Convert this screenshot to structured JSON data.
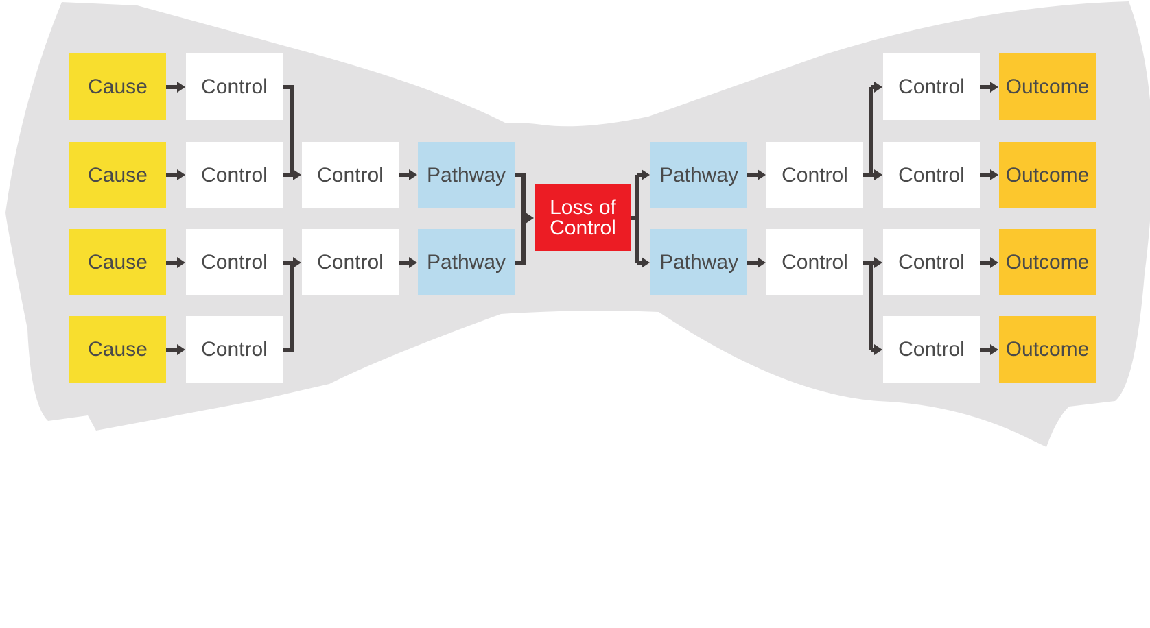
{
  "colors": {
    "background_shape": "#e3e2e3",
    "connector": "#3f3a3a",
    "cause": "#f8de2e",
    "control": "#ffffff",
    "pathway": "#b8dbee",
    "outcome": "#fcc72d",
    "event": "#ec1c24"
  },
  "left": {
    "causes": [
      "Cause",
      "Cause",
      "Cause",
      "Cause"
    ],
    "controls_col1": [
      "Control",
      "Control",
      "Control",
      "Control"
    ],
    "controls_col2": [
      "Control",
      "Control"
    ],
    "pathways": [
      "Pathway",
      "Pathway"
    ]
  },
  "event": {
    "line1": "Loss of",
    "line2": "Control"
  },
  "right": {
    "pathways": [
      "Pathway",
      "Pathway"
    ],
    "controls_col1": [
      "Control",
      "Control"
    ],
    "controls_col2": [
      "Control",
      "Control",
      "Control",
      "Control"
    ],
    "outcomes": [
      "Outcome",
      "Outcome",
      "Outcome",
      "Outcome"
    ]
  }
}
